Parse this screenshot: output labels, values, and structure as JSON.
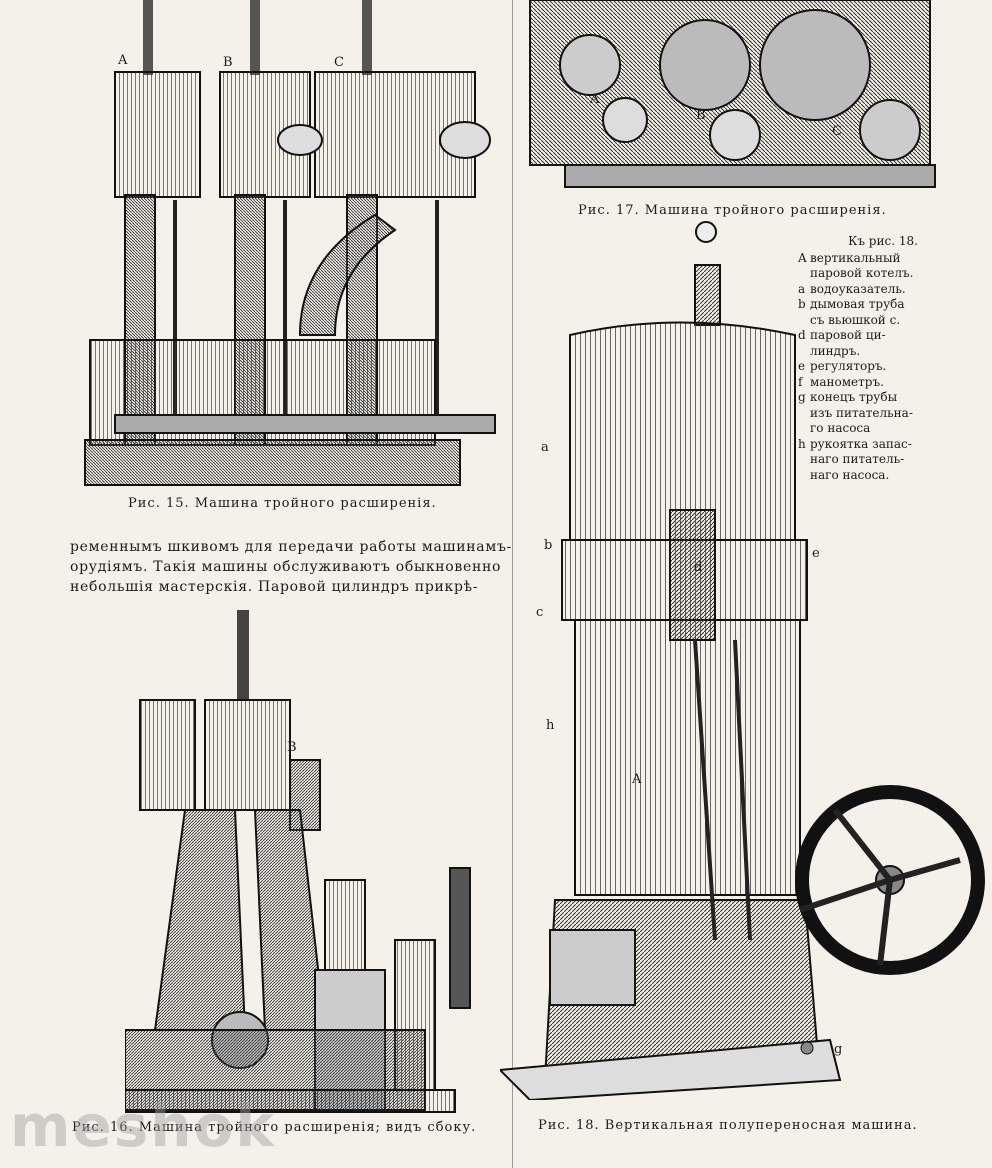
{
  "fig15": {
    "caption": "Рис. 15. Машина тройного расширенія.",
    "labels": [
      "A",
      "B",
      "C"
    ]
  },
  "fig16": {
    "caption": "Рис. 16. Машина тройного расширенія; видъ сбоку.",
    "labels": [
      "B"
    ]
  },
  "fig17": {
    "caption": "Рис. 17. Машина тройного расширенія.",
    "labels": [
      "A",
      "B",
      "C"
    ]
  },
  "fig18": {
    "caption": "Рис. 18. Вертикальная полупереносная машина.",
    "labels": [
      "a",
      "b",
      "c",
      "d",
      "e",
      "h",
      "A",
      "g"
    ],
    "legend": {
      "title": "Къ рис. 18.",
      "items": [
        {
          "key": "A",
          "text": "вертикальный"
        },
        {
          "key": "",
          "text": "паровой котелъ."
        },
        {
          "key": "a",
          "text": "водоуказатель."
        },
        {
          "key": "b",
          "text": "дымовая труба"
        },
        {
          "key": "",
          "text": "съ вьюшкой c."
        },
        {
          "key": "d",
          "text": "паровой ци-"
        },
        {
          "key": "",
          "text": "линдръ."
        },
        {
          "key": "e",
          "text": "регуляторъ."
        },
        {
          "key": "f",
          "text": "манометръ."
        },
        {
          "key": "g",
          "text": "конецъ трубы"
        },
        {
          "key": "",
          "text": "изъ питательна-"
        },
        {
          "key": "",
          "text": "го насоса"
        },
        {
          "key": "h",
          "text": "рукоятка запас-"
        },
        {
          "key": "",
          "text": "наго питатель-"
        },
        {
          "key": "",
          "text": "наго насоса."
        }
      ]
    }
  },
  "body_text": {
    "lines": [
      "ременнымъ шкивомъ для передачи работы машинамъ-",
      "орудіямъ. Такія машины обслуживаютъ обыкновенно",
      "небольшія мастерскія. Паровой цилиндръ прикрѣ-"
    ]
  },
  "watermark": "meshok"
}
